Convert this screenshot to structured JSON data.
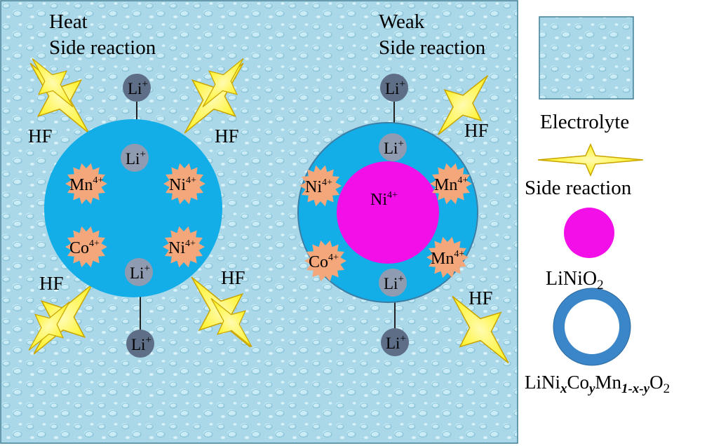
{
  "panels": [
    {
      "title_line1": "Heat",
      "title_line2": "Side reaction",
      "hf_labels": [
        "HF",
        "HF",
        "HF",
        "HF"
      ],
      "li_outer": [
        "Li",
        "Li"
      ],
      "li_inner": [
        "Li",
        "Li"
      ],
      "ions": [
        {
          "el": "Mn",
          "charge": "4+"
        },
        {
          "el": "Ni",
          "charge": "4+"
        },
        {
          "el": "Co",
          "charge": "4+"
        },
        {
          "el": "Ni",
          "charge": "4+"
        }
      ]
    },
    {
      "title_line1": "Weak",
      "title_line2": "Side reaction",
      "hf_labels": [
        "HF",
        "HF"
      ],
      "li_outer": [
        "Li",
        "Li"
      ],
      "li_inner": [
        "Li",
        "Li"
      ],
      "core": {
        "el": "Ni",
        "charge": "4+"
      },
      "ions": [
        {
          "el": "Ni",
          "charge": "4+"
        },
        {
          "el": "Mn",
          "charge": "4+"
        },
        {
          "el": "Co",
          "charge": "4+"
        },
        {
          "el": "Mn",
          "charge": "4+"
        }
      ]
    }
  ],
  "li_charge": "+",
  "legend": {
    "electrolyte": "Electrolyte",
    "side_reaction": "Side reaction",
    "linio2_base": "LiNiO",
    "linio2_sub": "2",
    "ncm": {
      "p1": "LiNi",
      "s1": "x",
      "p2": "Co",
      "s2": "y",
      "p3": "Mn",
      "s3": "1-x-y",
      "p4": "O",
      "s4": "2"
    }
  },
  "colors": {
    "electrolyte": "#aad8e8",
    "particle_shell": "#13aee8",
    "core": "#f20fe8",
    "ion_star": "#f4a77a",
    "li_inner": "#8e9bb0",
    "li_outer": "#5d6e86",
    "spark": "#fff21a",
    "ring": "#3b86c9"
  }
}
